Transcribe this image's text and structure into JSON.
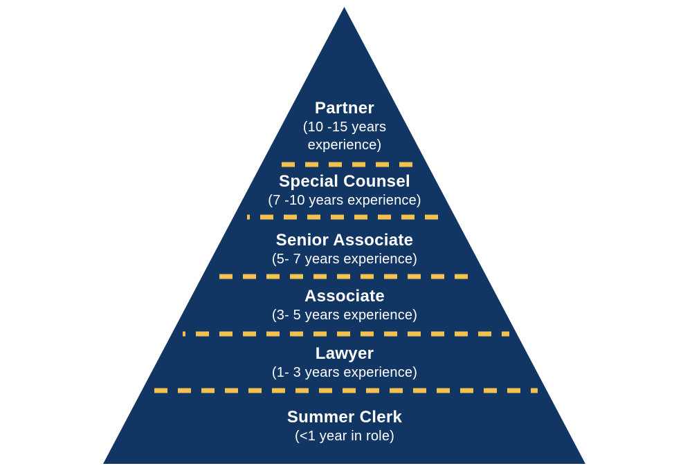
{
  "diagram": {
    "type": "pyramid",
    "description_levels_top_to_bottom": 6,
    "colors": {
      "pyramid_fill": "#123663",
      "divider_dash": "#F2C14E",
      "label_text": "#FFFFFF",
      "background": "#FFFFFF"
    },
    "levels": [
      {
        "label": "Partner",
        "experience": "(10 -15 years experience)"
      },
      {
        "label": "Special Counsel",
        "experience": "(7 -10 years experience)"
      },
      {
        "label": "Senior Associate",
        "experience": "(5- 7 years experience)"
      },
      {
        "label": "Associate",
        "experience": "(3- 5 years experience)"
      },
      {
        "label": "Lawyer",
        "experience": "(1- 3 years experience)"
      },
      {
        "label": "Summer Clerk",
        "experience": "(<1 year in role)"
      }
    ]
  }
}
